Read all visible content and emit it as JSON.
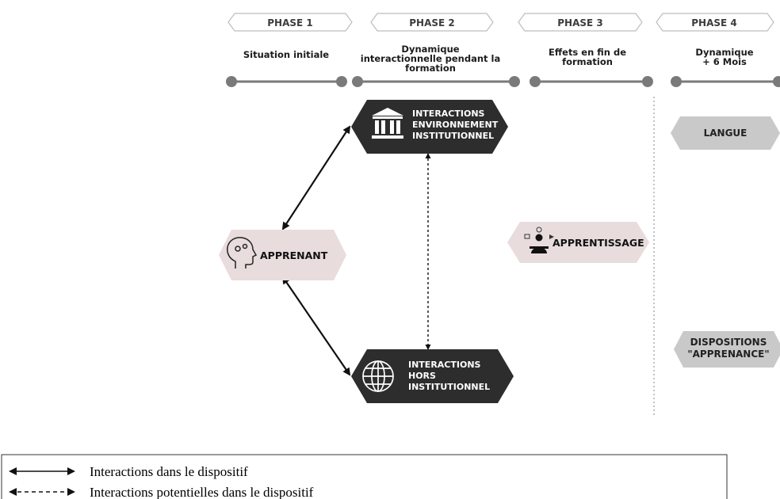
{
  "phases": [
    {
      "label": "PHASE 1",
      "desc": [
        "Situation initiale"
      ]
    },
    {
      "label": "PHASE 2",
      "desc": [
        "Dynamique",
        "interactionnelle pendant la",
        "formation"
      ]
    },
    {
      "label": "PHASE 3",
      "desc": [
        "Effets en fin de",
        "formation"
      ]
    },
    {
      "label": "PHASE 4",
      "desc": [
        "Dynamique",
        "+ 6 Mois"
      ]
    }
  ],
  "nodes": {
    "env": {
      "lines": [
        "INTERACTIONS",
        "ENVIRONNEMENT",
        "INSTITUTIONNEL"
      ],
      "icon": "institution-icon"
    },
    "hors": {
      "lines": [
        "INTERACTIONS",
        "HORS",
        "INSTITUTIONNEL"
      ],
      "icon": "globe-icon"
    },
    "apprenant": {
      "label": "APPRENANT",
      "icon": "head-gears-icon"
    },
    "apprentissage": {
      "label": "APPRENTISSAGE",
      "icon": "learner-icon"
    },
    "langue": {
      "label": "LANGUE"
    },
    "dispositions": {
      "lines": [
        "DISPOSITIONS",
        "\"APPRENANCE\""
      ]
    }
  },
  "legend": {
    "solid": "Interactions dans le dispositif",
    "dashed": "Interactions potentielles dans le dispositif"
  },
  "colors": {
    "dark": "#2d2d2d",
    "pink": "#e8dcdc",
    "grey": "#c9c9c9",
    "timeline": "#7a7a7a"
  }
}
